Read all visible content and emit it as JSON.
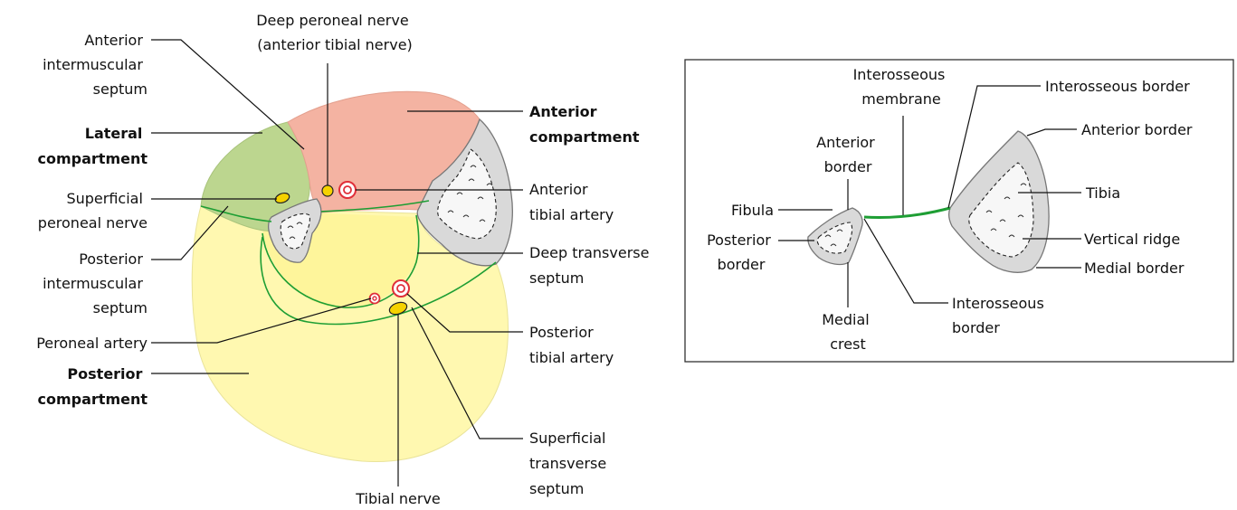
{
  "left_diagram": {
    "labels": {
      "deep_peroneal_nerve": [
        "Deep peroneal nerve",
        "(anterior tibial nerve)"
      ],
      "anterior_intermuscular_septum": [
        "Anterior",
        "intermuscular",
        "septum"
      ],
      "lateral_compartment": [
        "Lateral",
        "compartment"
      ],
      "superficial_peroneal_nerve": [
        "Superficial",
        "peroneal nerve"
      ],
      "posterior_intermuscular_septum": [
        "Posterior",
        "intermuscular",
        "septum"
      ],
      "peroneal_artery": [
        "Peroneal artery"
      ],
      "posterior_compartment": [
        "Posterior",
        "compartment"
      ],
      "anterior_compartment": [
        "Anterior",
        "compartment"
      ],
      "anterior_tibial_artery": [
        "Anterior",
        "tibial artery"
      ],
      "deep_transverse_septum": [
        "Deep transverse",
        "septum"
      ],
      "posterior_tibial_artery": [
        "Posterior",
        "tibial artery"
      ],
      "superficial_transverse_septum": [
        "Superficial",
        "transverse",
        "septum"
      ],
      "tibial_nerve": [
        "Tibial nerve"
      ]
    },
    "colors": {
      "anterior_compartment": "#f4b3a2",
      "lateral_compartment": "#bcd68f",
      "posterior_compartment": "#fff8b0",
      "septum": "#1e9e34",
      "artery": "#e0303a",
      "nerve": "#f5d200",
      "bone": "#d9d9d9"
    }
  },
  "right_diagram": {
    "labels": {
      "interosseous_membrane": [
        "Interosseous",
        "membrane"
      ],
      "interosseous_border_top": [
        "Interosseous border"
      ],
      "anterior_border_tibia": [
        "Anterior border"
      ],
      "anterior_border_fibula": [
        "Anterior",
        "border"
      ],
      "fibula": [
        "Fibula"
      ],
      "tibia": [
        "Tibia"
      ],
      "posterior_border": [
        "Posterior",
        "border"
      ],
      "vertical_ridge": [
        "Vertical ridge"
      ],
      "medial_border": [
        "Medial border"
      ],
      "medial_crest": [
        "Medial",
        "crest"
      ],
      "interosseous_border_bottom": [
        "Interosseous",
        "border"
      ]
    },
    "colors": {
      "membrane": "#1e9e34",
      "bone": "#d9d9d9"
    }
  }
}
